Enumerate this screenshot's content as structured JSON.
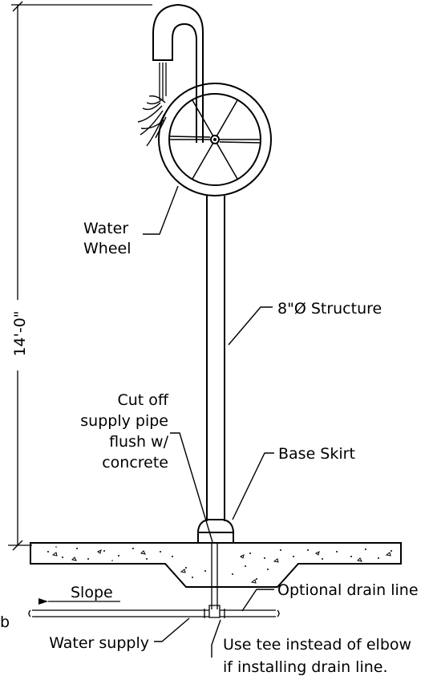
{
  "dimension": {
    "height_label": "14'-0\""
  },
  "labels": {
    "water_wheel": [
      "Water",
      "Wheel"
    ],
    "structure": "8\"Ø Structure",
    "cut_off_note": [
      "Cut off",
      "supply pipe",
      "flush w/",
      "concrete"
    ],
    "base_skirt": "Base Skirt",
    "slope": "Slope",
    "optional_drain": "Optional drain line",
    "water_supply": "Water supply",
    "tee_note": [
      "Use tee instead of elbow",
      "if installing drain line."
    ],
    "edge_fragment": "b"
  }
}
